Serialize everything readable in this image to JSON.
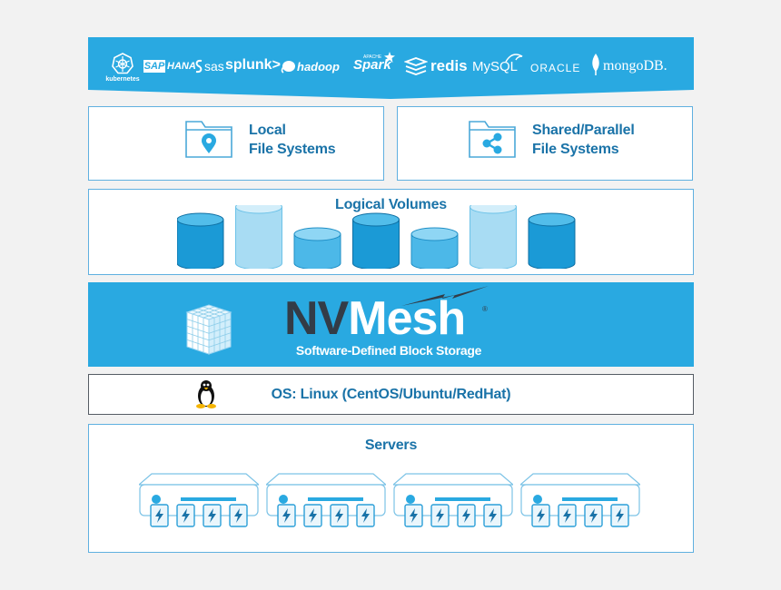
{
  "colors": {
    "accent": "#29a9e1",
    "panel_border": "#5fb0e0",
    "text": "#1a73a8",
    "nvmesh_dark": "#333c47"
  },
  "apps": {
    "kubernetes": "kubernetes",
    "sap": "SAP",
    "hana": "HANA",
    "sas": "sas",
    "splunk": "splunk>",
    "hadoop": "hadoop",
    "apache": "APACHE",
    "spark": "Spark",
    "redis": "redis",
    "mysql": "MySQL",
    "oracle": "ORACLE",
    "mongodb": "mongoDB."
  },
  "local_fs": {
    "line1": "Local",
    "line2": "File Systems",
    "icon": "folder-location-icon"
  },
  "shared_fs": {
    "line1": "Shared/Parallel",
    "line2": "File Systems",
    "icon": "folder-share-icon"
  },
  "logical_volumes": {
    "title": "Logical Volumes",
    "volumes": [
      {
        "shade": "dark",
        "height": "medium"
      },
      {
        "shade": "light",
        "height": "tall"
      },
      {
        "shade": "mid",
        "height": "short"
      },
      {
        "shade": "dark",
        "height": "medium"
      },
      {
        "shade": "mid",
        "height": "short"
      },
      {
        "shade": "light",
        "height": "tall"
      },
      {
        "shade": "dark",
        "height": "medium"
      }
    ]
  },
  "nvmesh": {
    "logo_nv": "NV",
    "logo_mesh": "Mesh",
    "trademark": "®",
    "subtitle": "Software-Defined Block Storage"
  },
  "os": {
    "label": "OS: Linux (CentOS/Ubuntu/RedHat)",
    "icon": "linux-penguin-icon"
  },
  "servers": {
    "title": "Servers",
    "count": 4,
    "drives_per_server": 4
  }
}
